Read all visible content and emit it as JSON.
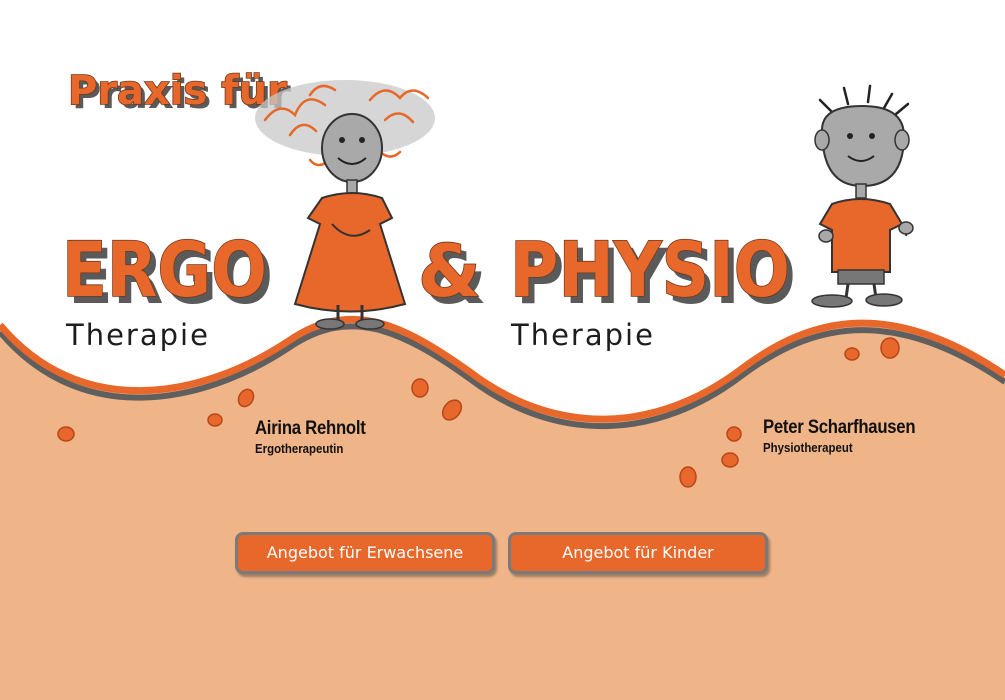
{
  "header": {
    "praxis_line": "Praxis für",
    "ergo_word": "ERGO",
    "ampersand": "&",
    "physio_word": "PHYSIO",
    "ergo_therapie": "Therapie",
    "physio_therapie": "Therapie"
  },
  "staff": [
    {
      "name": "Airina Rehnolt",
      "role": "Ergotherapeutin"
    },
    {
      "name": "Peter Scharfhausen",
      "role": "Physiotherapeut"
    }
  ],
  "nav": {
    "adults_label": "Angebot für Erwachsene",
    "kids_label": "Angebot für Kinder"
  },
  "colors": {
    "accent": "#e8672a",
    "hill": "#efb487",
    "button_border": "#7a7a7a"
  }
}
